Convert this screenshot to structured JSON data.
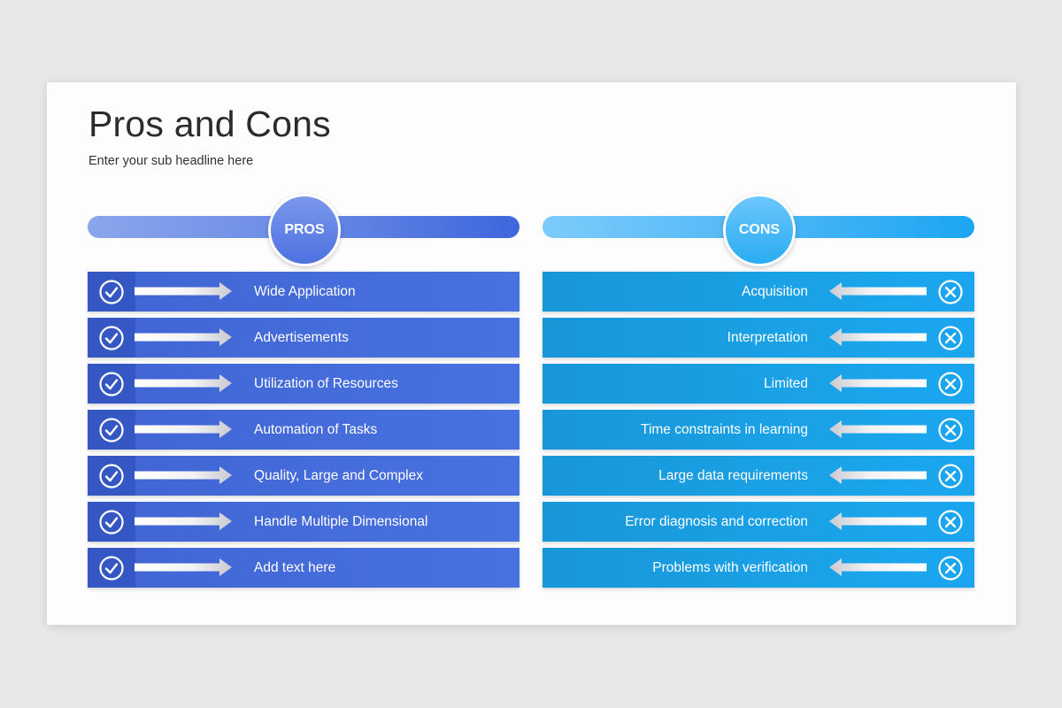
{
  "header": {
    "title": "Pros and Cons",
    "subtitle": "Enter your sub headline here"
  },
  "pros": {
    "label": "PROS",
    "icon": "check-circle-icon",
    "color": "#4872e0",
    "items": [
      {
        "label": "Wide Application"
      },
      {
        "label": "Advertisements"
      },
      {
        "label": "Utilization of Resources"
      },
      {
        "label": "Automation of Tasks"
      },
      {
        "label": "Quality, Large and Complex"
      },
      {
        "label": "Handle Multiple Dimensional"
      },
      {
        "label": "Add text here"
      }
    ]
  },
  "cons": {
    "label": "CONS",
    "icon": "x-circle-icon",
    "color": "#1ba8f0",
    "items": [
      {
        "label": "Acquisition"
      },
      {
        "label": "Interpretation"
      },
      {
        "label": "Limited"
      },
      {
        "label": "Time constraints in learning"
      },
      {
        "label": "Large data requirements"
      },
      {
        "label": "Error diagnosis and correction"
      },
      {
        "label": "Problems with verification"
      }
    ]
  }
}
